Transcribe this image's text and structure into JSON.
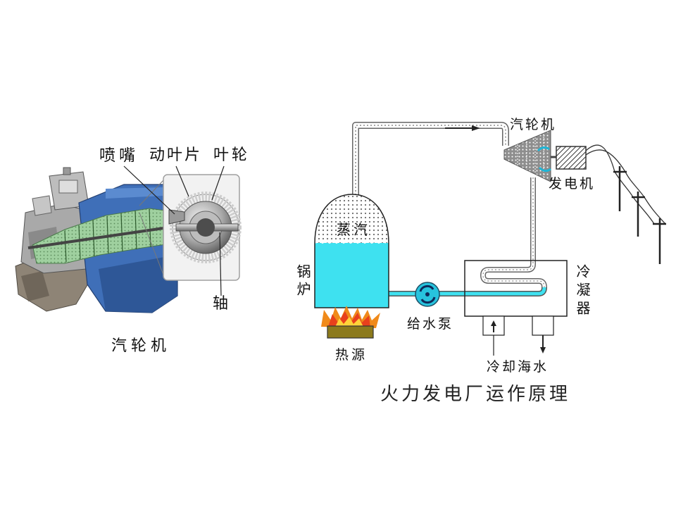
{
  "left_figure": {
    "labels": {
      "nozzle": "喷嘴",
      "moving_blade": "动叶片",
      "impeller": "叶轮",
      "shaft": "轴"
    },
    "caption": "汽轮机"
  },
  "right_figure": {
    "labels": {
      "turbine": "汽轮机",
      "generator": "发电机",
      "steam": "蒸汽",
      "boiler": "锅炉",
      "condenser": "冷凝器",
      "feed_pump": "给水泵",
      "heat_source": "热源",
      "cooling_seawater": "冷却海水"
    },
    "caption": "火力发电厂运作原理"
  },
  "colors": {
    "water": "#3ee1f0",
    "casing": "#3f6fb8",
    "rotor": "#9fd09f",
    "pump": "#27c3dd",
    "heat_box": "#8c7a1c",
    "flame_outer": "#f08a1a",
    "flame_inner": "#e8401c",
    "flame_core": "#ffd23a",
    "arrow_cyan": "#1fb5d6"
  }
}
